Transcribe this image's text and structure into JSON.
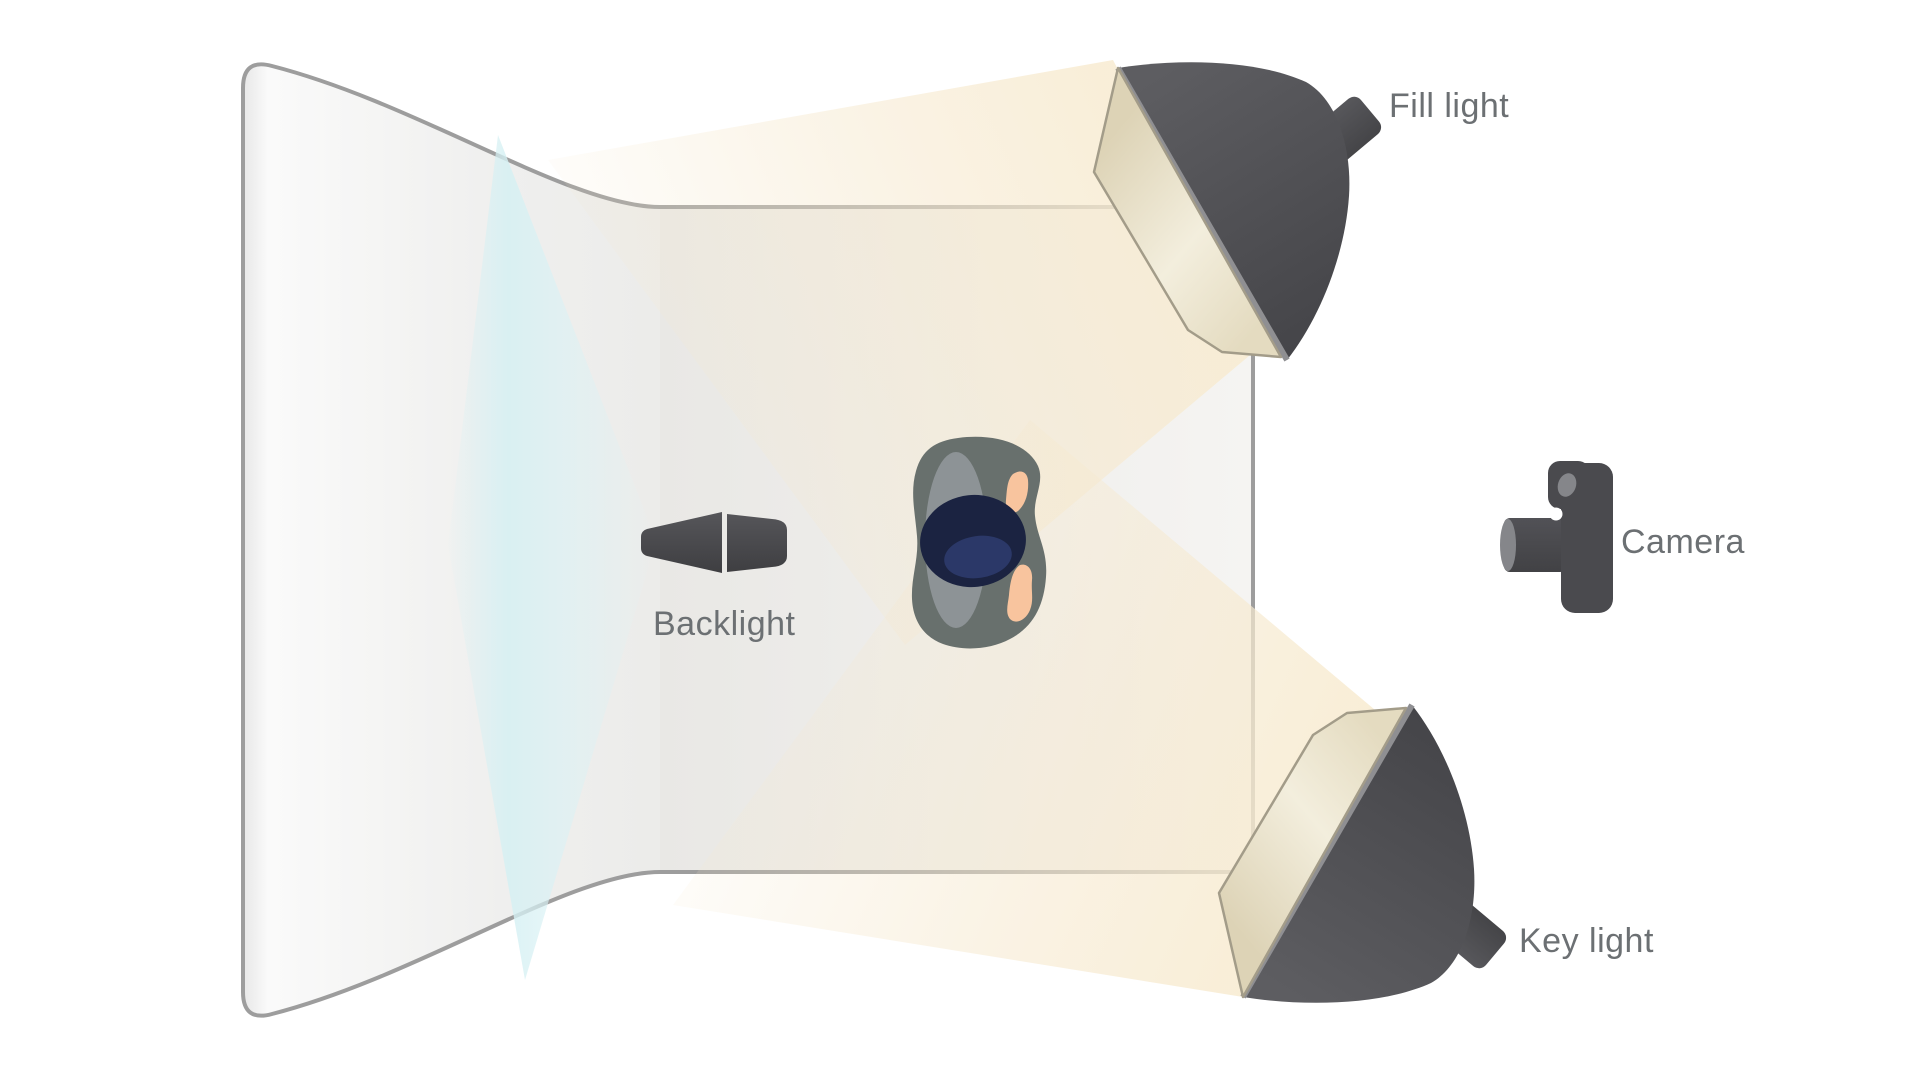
{
  "diagram": {
    "labels": {
      "fill_light": "Fill light",
      "camera": "Camera",
      "backlight": "Backlight",
      "key_light": "Key light"
    },
    "icons": {
      "fill_light": "softbox-light-icon",
      "key_light": "softbox-light-icon",
      "backlight": "spotlight-icon",
      "camera": "camera-icon",
      "subject": "person-top-view-figure"
    }
  },
  "colors": {
    "background": "#ffffff",
    "backdrop_edge": "#9d9d9d",
    "beam_warm": "#f6e9cf",
    "beam_cool": "#d8f1f4",
    "softbox_dark": "#4b4b4f",
    "softbox_diffuser": "#e8dfc5",
    "device_dark": "#47474a",
    "label_text": "#6c7073",
    "subject_body": "#68706d",
    "subject_inner": "#8d9396",
    "subject_head": "#1b2341",
    "subject_face": "#2b3868",
    "subject_skin": "#f8c49e",
    "camera_body": "#4a4a4e",
    "camera_lens_cap": "#85868a"
  }
}
